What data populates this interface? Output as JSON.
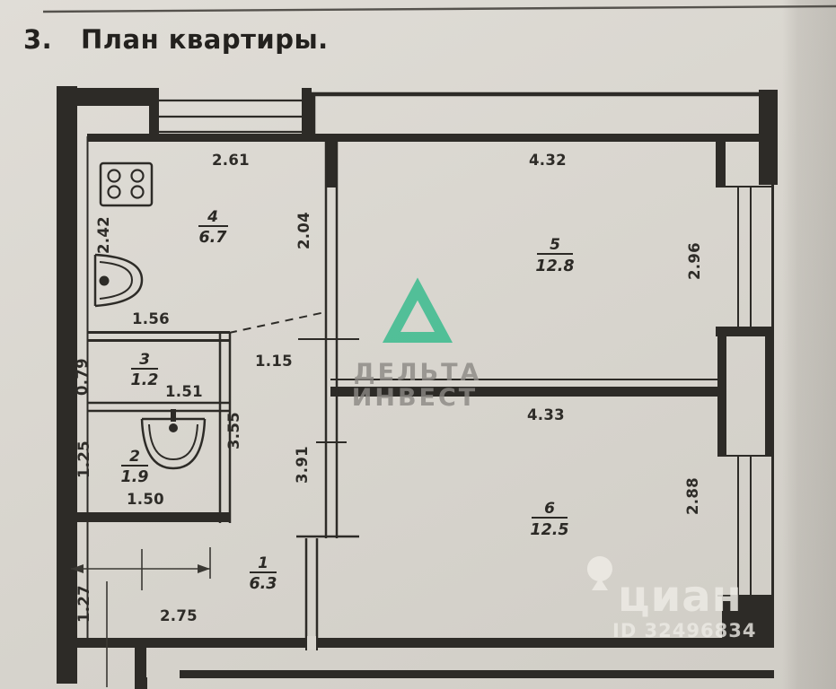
{
  "page": {
    "number": "3.",
    "title": "План квартиры."
  },
  "watermark_delta": {
    "line1": "ДЕЛЬТА",
    "line2": "ИНВЕСТ"
  },
  "watermark_cian": {
    "brand": "циан",
    "listing_id": "ID 32496834"
  },
  "rooms": {
    "kitchen": {
      "number": "4",
      "area": "6.7"
    },
    "room5": {
      "number": "5",
      "area": "12.8"
    },
    "room6": {
      "number": "6",
      "area": "12.5"
    },
    "wc": {
      "number": "3",
      "area": "1.2"
    },
    "bath": {
      "number": "2",
      "area": "1.9"
    },
    "hall": {
      "number": "1",
      "area": "6.3"
    }
  },
  "dimensions": {
    "kitchen_top": "2.61",
    "kitchen_left": "2.42",
    "kitchen_sink": "1.56",
    "kitchen_right": "2.04",
    "room5_top": "4.32",
    "room5_window": "2.96",
    "room6_top": "4.33",
    "room6_window": "2.88",
    "wc_left": "0.79",
    "wc_bottom": "1.51",
    "corridor_top": "1.15",
    "corridor_mid": "3.55",
    "corridor_low": "3.91",
    "bath_left": "1.25",
    "bath_bottom": "1.50",
    "hall_left": "1.27",
    "hall_bottom": "2.75"
  },
  "colors": {
    "delta_green": "#43bd91",
    "delta_gray": "#8b8884",
    "cian_light": "#edebe5",
    "ink": "#2d2b27"
  }
}
